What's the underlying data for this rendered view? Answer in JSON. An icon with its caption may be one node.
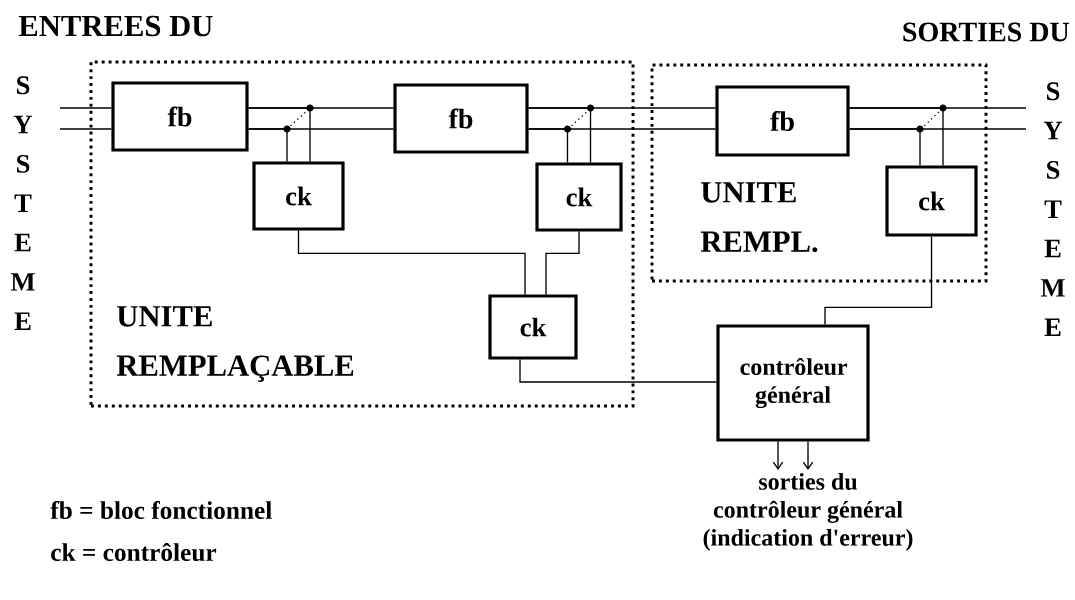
{
  "diagram": {
    "nodes": [
      {
        "text": [
          "UNITE REMPLAÇABLE"
        ]
      },
      {
        "text": [
          "UNITE REMPL."
        ]
      },
      {
        "text": [
          "fb"
        ],
        "in": 0
      },
      {
        "text": [
          "ck"
        ],
        "in": 0
      },
      {
        "text": [
          "fb"
        ],
        "in": 0
      },
      {
        "text": [
          "ck"
        ],
        "in": 0
      },
      {
        "text": [
          "ck"
        ],
        "in": 0
      },
      {
        "text": [
          "fb"
        ],
        "in": 1
      },
      {
        "text": [
          "ck"
        ],
        "in": 1
      },
      {
        "text": [
          "contrôleur général"
        ]
      },
      {
        "text": [
          "sorties du contrôleur général (indication d'erreur)"
        ]
      }
    ],
    "edges": [
      {
        "from": null,
        "to": 2,
        "arrow": "none"
      },
      {
        "from": null,
        "to": 2,
        "arrow": "none"
      },
      {
        "from": 2,
        "to": 4,
        "arrow": "none"
      },
      {
        "from": 2,
        "to": 4,
        "arrow": "none"
      },
      {
        "from": 4,
        "to": 7,
        "arrow": "none"
      },
      {
        "from": 4,
        "to": 7,
        "arrow": "none"
      },
      {
        "from": 7,
        "to": null,
        "arrow": "none"
      },
      {
        "from": 7,
        "to": null,
        "arrow": "none"
      },
      {
        "from": 2,
        "to": 3,
        "arrow": "none"
      },
      {
        "from": 2,
        "to": 3,
        "arrow": "none"
      },
      {
        "from": 4,
        "to": 5,
        "arrow": "none"
      },
      {
        "from": 4,
        "to": 5,
        "arrow": "none"
      },
      {
        "from": 7,
        "to": 8,
        "arrow": "none"
      },
      {
        "from": 7,
        "to": 8,
        "arrow": "none"
      },
      {
        "from": 3,
        "to": 6,
        "arrow": "none"
      },
      {
        "from": 5,
        "to": 6,
        "arrow": "none"
      },
      {
        "from": 6,
        "to": 9,
        "arrow": "none"
      },
      {
        "from": 8,
        "to": 9,
        "arrow": "none"
      },
      {
        "from": 9,
        "to": 10,
        "arrow": "to"
      },
      {
        "from": 9,
        "to": 10,
        "arrow": "to"
      }
    ],
    "labels": [
      "ENTREES DU",
      "SORTIES DU",
      "SYSTEME",
      "SYSTEME",
      "fb = bloc fonctionnel",
      "ck = contrôleur"
    ]
  }
}
